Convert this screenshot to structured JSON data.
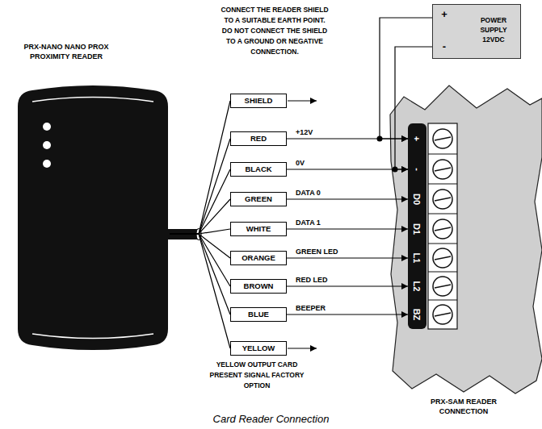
{
  "diagram": {
    "caption": "Card Reader Connection",
    "nodes": [
      {
        "text": [
          "PRX-NANO NANO PROX PROXIMITY READER"
        ]
      },
      {
        "text": [
          "SHIELD"
        ]
      },
      {
        "text": [
          "RED"
        ]
      },
      {
        "text": [
          "BLACK"
        ]
      },
      {
        "text": [
          "GREEN"
        ]
      },
      {
        "text": [
          "WHITE"
        ]
      },
      {
        "text": [
          "ORANGE"
        ]
      },
      {
        "text": [
          "BROWN"
        ]
      },
      {
        "text": [
          "BLUE"
        ]
      },
      {
        "text": [
          "YELLOW"
        ]
      },
      {
        "text": [
          "+",
          "POWER SUPPLY 12VDC",
          "-"
        ]
      },
      {
        "text": [
          "PRX-SAM READER CONNECTION"
        ]
      },
      {
        "text": [
          "+"
        ],
        "in": 11
      },
      {
        "text": [
          "-"
        ],
        "in": 11
      },
      {
        "text": [
          "D0"
        ],
        "in": 11
      },
      {
        "text": [
          "D1"
        ],
        "in": 11
      },
      {
        "text": [
          "L1"
        ],
        "in": 11
      },
      {
        "text": [
          "L2"
        ],
        "in": 11
      },
      {
        "text": [
          "BZ"
        ],
        "in": 11
      }
    ],
    "edges": [
      {
        "from": 0,
        "to": 1,
        "arrow": "none"
      },
      {
        "from": 0,
        "to": 2,
        "arrow": "none"
      },
      {
        "from": 0,
        "to": 3,
        "arrow": "none"
      },
      {
        "from": 0,
        "to": 4,
        "arrow": "none"
      },
      {
        "from": 0,
        "to": 5,
        "arrow": "none"
      },
      {
        "from": 0,
        "to": 6,
        "arrow": "none"
      },
      {
        "from": 0,
        "to": 7,
        "arrow": "none"
      },
      {
        "from": 0,
        "to": 8,
        "arrow": "none"
      },
      {
        "from": 0,
        "to": 9,
        "arrow": "none"
      },
      {
        "from": 2,
        "to": 12,
        "label": "+12V",
        "arrow": "to"
      },
      {
        "from": 10,
        "to": 12,
        "arrow": "to"
      },
      {
        "from": 3,
        "to": 13,
        "label": "0V",
        "arrow": "to"
      },
      {
        "from": 10,
        "to": 13,
        "arrow": "to"
      },
      {
        "from": 4,
        "to": 14,
        "label": "DATA 0",
        "arrow": "to"
      },
      {
        "from": 5,
        "to": 15,
        "label": "DATA 1",
        "arrow": "to"
      },
      {
        "from": 6,
        "to": 16,
        "label": "GREEN LED",
        "arrow": "to"
      },
      {
        "from": 7,
        "to": 17,
        "label": "RED LED",
        "arrow": "to"
      },
      {
        "from": 8,
        "to": 18,
        "label": "BEEPER",
        "arrow": "to"
      }
    ],
    "labels": [
      "CONNECT THE READER SHIELD TO A SUITABLE EARTH POINT. DO NOT CONNECT THE SHIELD TO A GROUND OR NEGATIVE CONNECTION.",
      "YELLOW OUTPUT CARD PRESENT SIGNAL FACTORY OPTION"
    ]
  }
}
